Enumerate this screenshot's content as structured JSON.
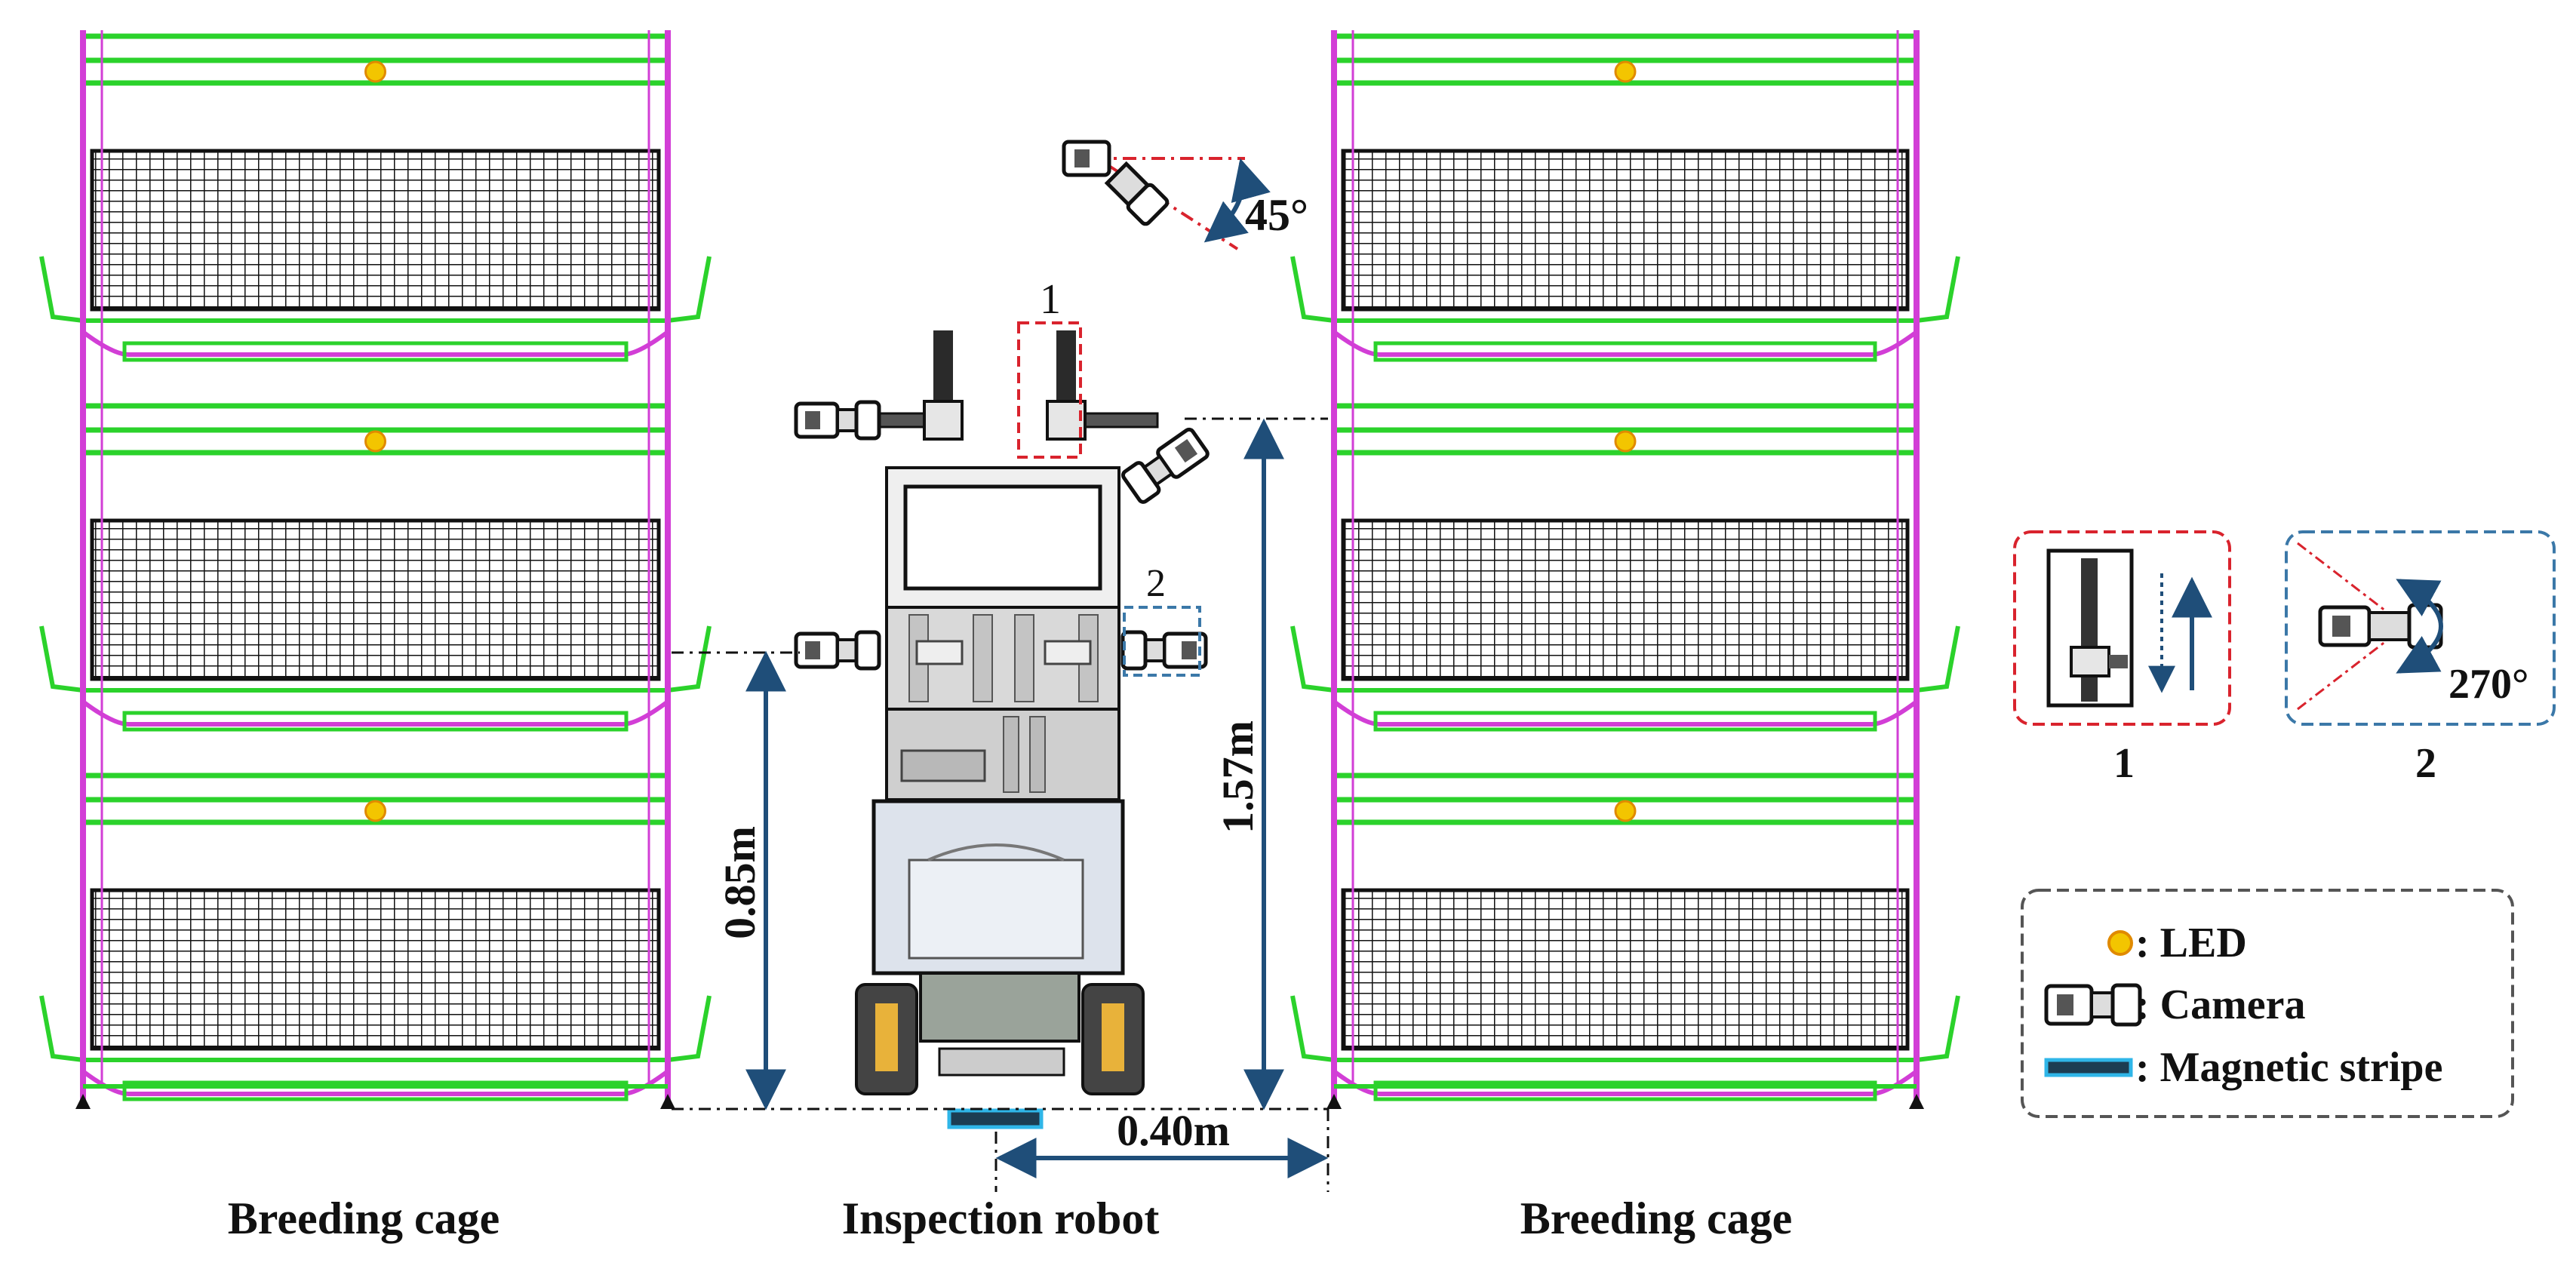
{
  "labels": {
    "left_cage": "Breeding cage",
    "robot": "Inspection robot",
    "right_cage": "Breeding cage"
  },
  "dimensions": {
    "height_side_camera": "0.85m",
    "height_top_camera": "1.57m",
    "distance_to_cage": "0.40m",
    "tilt_angle": "45°"
  },
  "callouts": {
    "marker_1": "1",
    "marker_2": "2",
    "inset_1_caption": "1",
    "inset_2_caption": "2",
    "inset_2_angle": "270°"
  },
  "legend": {
    "led": ": LED",
    "camera": ": Camera",
    "stripe": ": Magnetic stripe"
  },
  "colors": {
    "cage_frame": "#d23ed6",
    "cage_rail": "#2bd22b",
    "mesh": "#111111",
    "led": "#f3c500",
    "dimension": "#1f4e79",
    "red_callout": "#d9232d",
    "blue_callout": "#3b78a8",
    "stripe_fill": "#1c3d52",
    "stripe_border": "#2fb6e8"
  }
}
